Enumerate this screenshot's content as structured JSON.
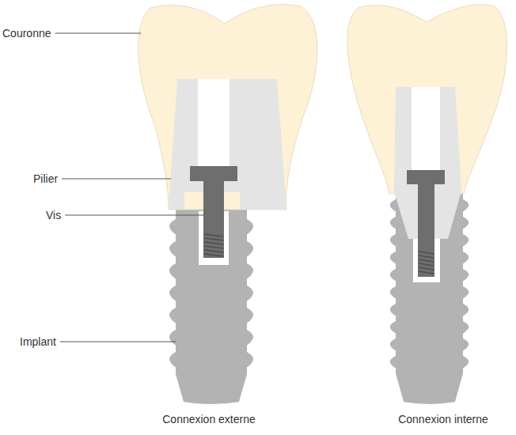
{
  "diagram": {
    "labels": [
      "Couronne",
      "Pilier",
      "Vis",
      "Implant",
      "Connexion externe",
      "Connexion interne"
    ]
  }
}
